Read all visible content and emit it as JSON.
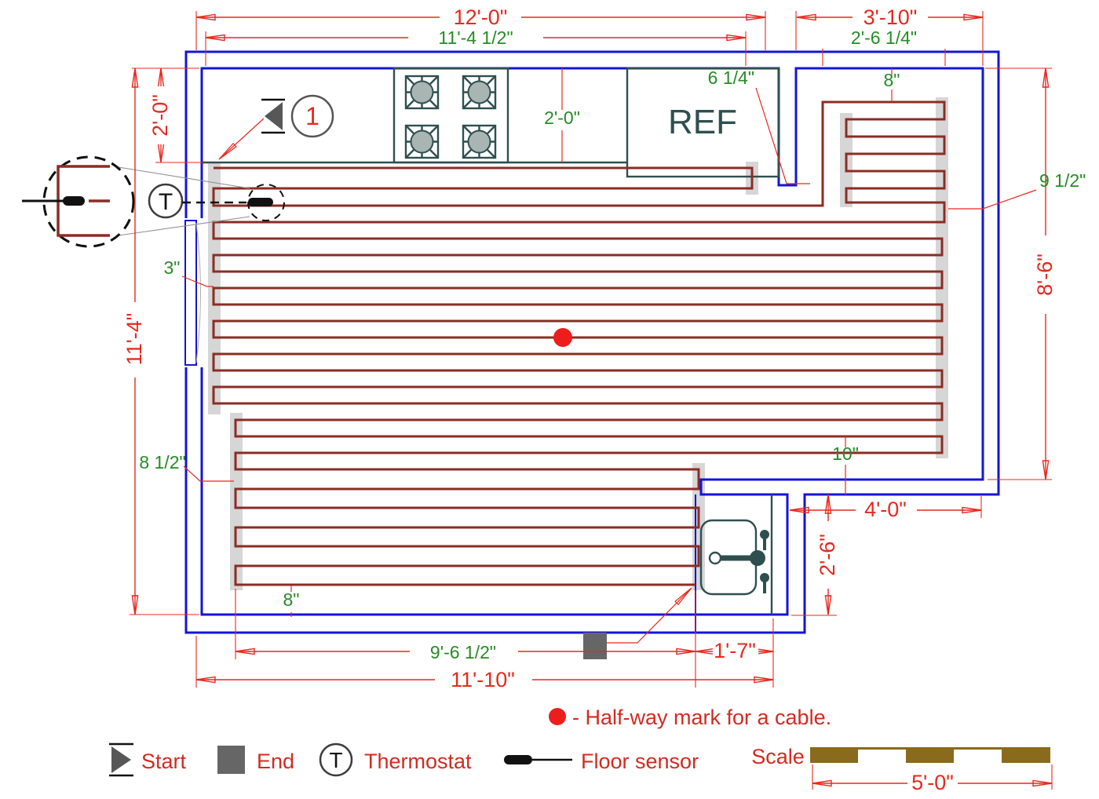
{
  "colors": {
    "wall_blue": "#1414d8",
    "cable_maroon": "#8a2d24",
    "dimension_red": "#e8291f",
    "label_green": "#258c25",
    "fixture_teal": "#2f4f4f",
    "strip_gray": "#d6d6d6",
    "start_gray": "#575757",
    "end_gray": "#666666",
    "scale_brown": "#8a6a1c",
    "halfway_red": "#ee1d1d"
  },
  "labels": {
    "ref": "REF",
    "thermostat": "T",
    "circuit_number": "1"
  },
  "dims": {
    "top_outer": "12'-0\"",
    "top_inner": "11'-4 1/2\"",
    "right_wing_outer": "3'-10\"",
    "right_wing_inner": "2'-6 1/4\"",
    "wing_cable_top_gap": "8\"",
    "pier_gap": "6 1/4\"",
    "counter_depth": "2'-0\"",
    "left_counter_depth": "2'-0\"",
    "left_height": "11'-4\"",
    "cable_left_gap": "3\"",
    "right_height": "8'-6\"",
    "cable_right_gap": "9 1/2\"",
    "lower_left_gap": "8 1/2\"",
    "bottom_right_gap": "10\"",
    "step_width": "4'-0\"",
    "step_height": "2'-6\"",
    "sink_alcove_width": "1'-7\"",
    "lower_cable_width": "9'-6 1/2\"",
    "bottom_total": "11'-10\"",
    "bottom_cable_gap": "8\"",
    "scale_length": "5'-0\""
  },
  "legend": {
    "start": "Start",
    "end": "End",
    "thermostat": "Thermostat",
    "floor_sensor": "Floor sensor",
    "halfway_note": "- Half-way mark for a cable.",
    "scale_label": "Scale"
  }
}
